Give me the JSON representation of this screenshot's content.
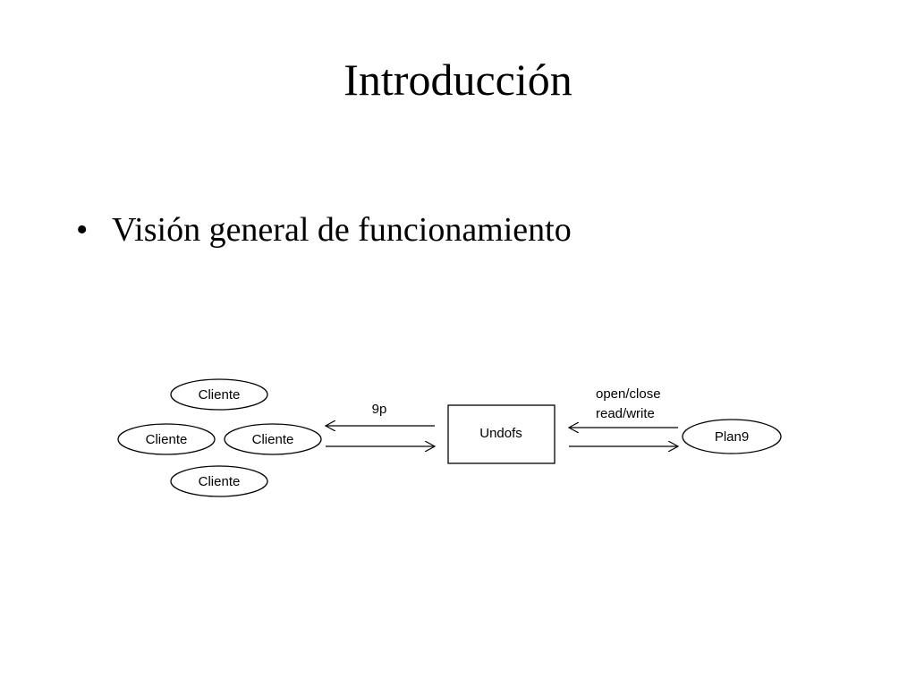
{
  "title": "Introducción",
  "bullets": [
    {
      "symbol": "•",
      "text": "Visión general de funcionamiento"
    }
  ],
  "diagram": {
    "clients": [
      "Cliente",
      "Cliente",
      "Cliente",
      "Cliente"
    ],
    "center_box": "Undofs",
    "left_link_label": "9p",
    "right_link_label_line1": "open/close",
    "right_link_label_line2": "read/write",
    "server": "Plan9"
  }
}
